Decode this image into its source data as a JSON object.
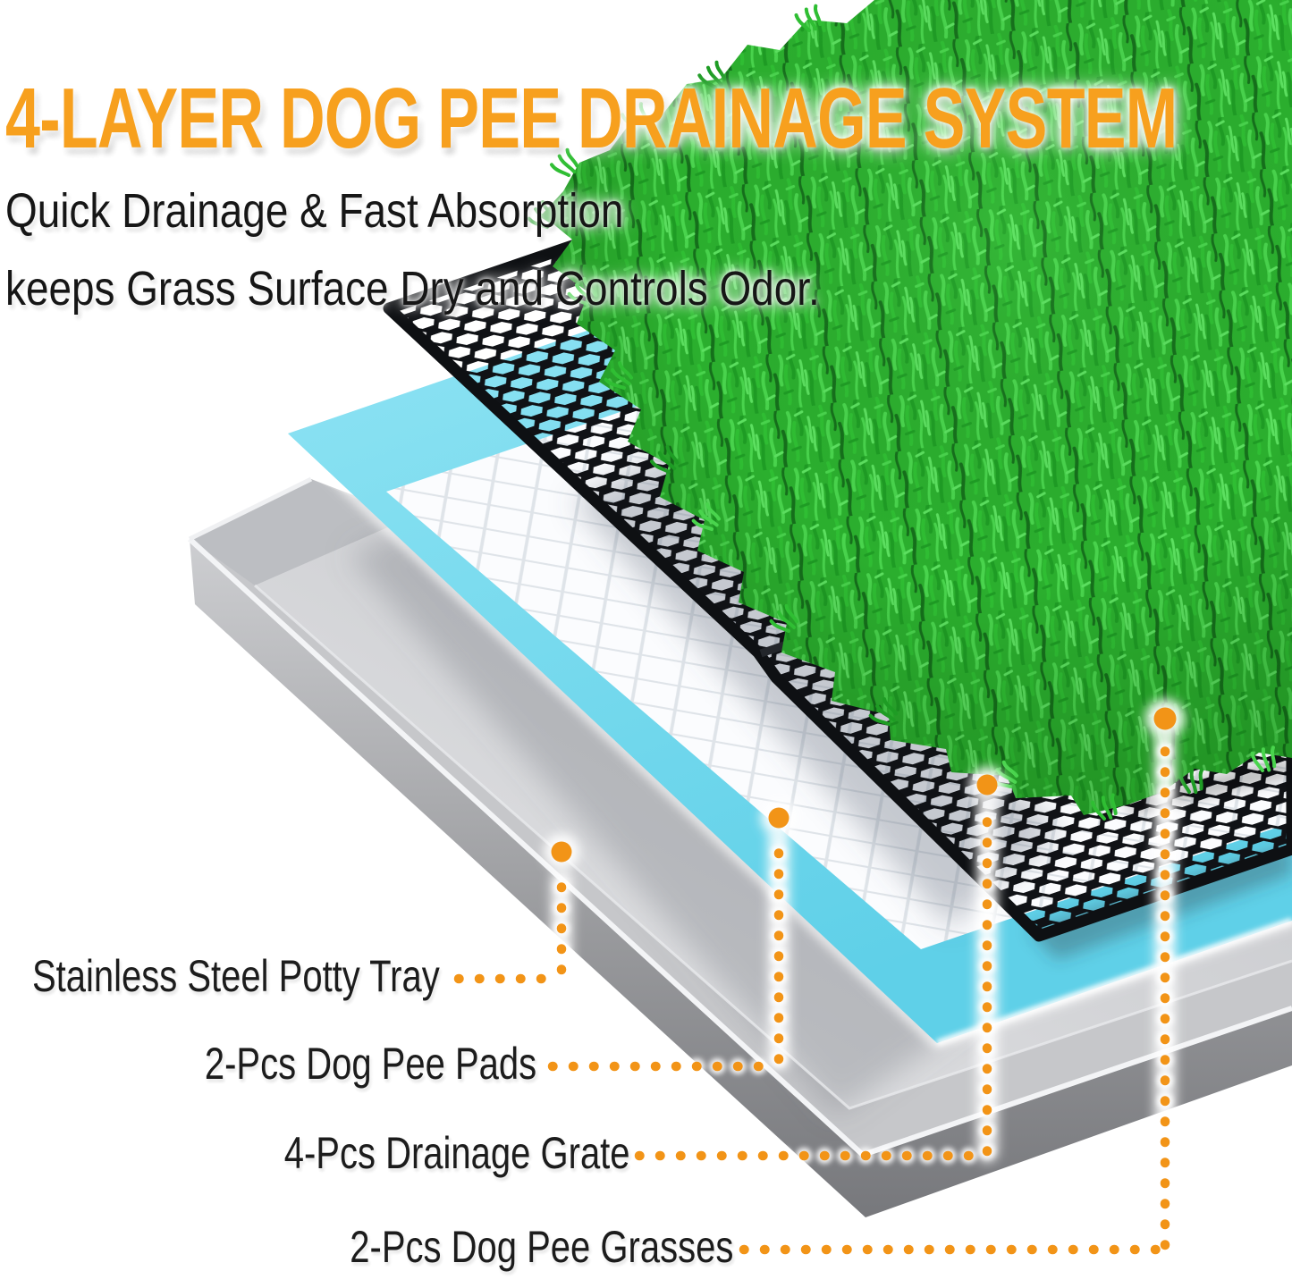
{
  "title": "4-LAYER DOG PEE DRAINAGE SYSTEM",
  "subtitle": {
    "line1": "Quick Drainage & Fast Absorption",
    "line2": "keeps Grass Surface Dry and Controls Odor."
  },
  "callouts": [
    {
      "label": "Stainless Steel Potty Tray",
      "target": "stainless-steel-potty-tray"
    },
    {
      "label": "2-Pcs Dog Pee Pads",
      "target": "dog-pee-pads"
    },
    {
      "label": "4-Pcs Drainage Grate",
      "target": "drainage-grate"
    },
    {
      "label": "2-Pcs Dog Pee Grasses",
      "target": "dog-pee-grasses"
    }
  ],
  "layers_bottom_to_top": [
    "Stainless Steel Potty Tray",
    "Dog Pee Pad",
    "Drainage Grate",
    "Dog Pee Grass"
  ],
  "colors": {
    "headline_orange": "#F7A01E",
    "callout_orange": "#F29417",
    "grass_green": "#2BAF2E",
    "pad_blue": "#7FDFF2",
    "grate_black": "#101216",
    "tray_gray": "#C6C7CA",
    "text_black": "#1C1C1C",
    "background": "#FFFFFF"
  }
}
